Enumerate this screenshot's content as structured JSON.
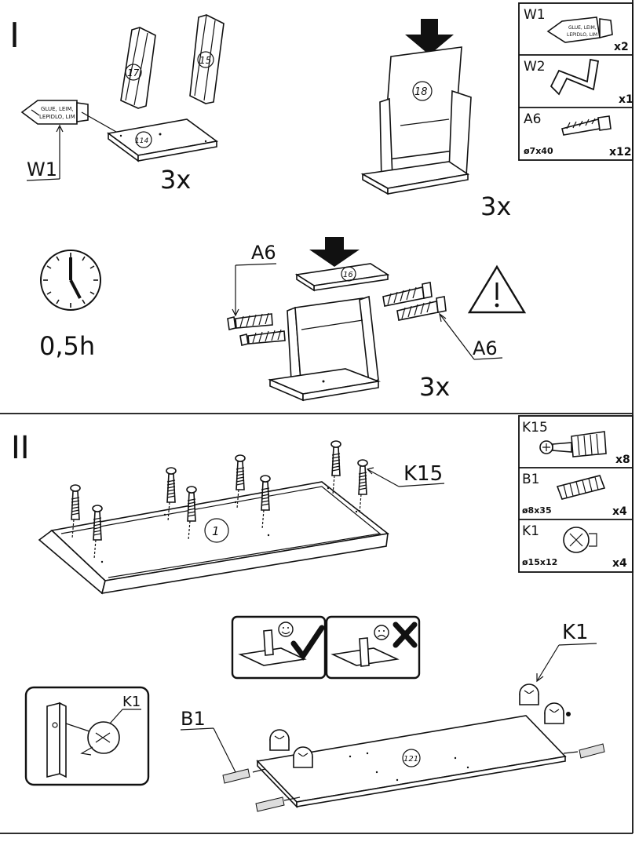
{
  "steps": {
    "one": "I",
    "two": "II"
  },
  "step1": {
    "part_17": "17",
    "part_15": "15",
    "part_114": "114",
    "part_18": "18",
    "part_16": "16",
    "glue_text_line1": "GLUE, LEIM,",
    "glue_text_line2": "LEPIDLO, LIM",
    "label_w1": "W1",
    "label_a6_top": "A6",
    "label_a6_right": "A6",
    "qty_a": "3x",
    "qty_b": "3x",
    "qty_c": "3x",
    "time": "0,5h"
  },
  "parts_box_1": [
    {
      "code": "W1",
      "size": "",
      "qty": "x2"
    },
    {
      "code": "W2",
      "size": "",
      "qty": "x1"
    },
    {
      "code": "A6",
      "size": "ø7x40",
      "qty": "x12"
    }
  ],
  "parts_box_2": [
    {
      "code": "K15",
      "size": "",
      "qty": "x8"
    },
    {
      "code": "B1",
      "size": "ø8x35",
      "qty": "x4"
    },
    {
      "code": "K1",
      "size": "ø15x12",
      "qty": "x4"
    }
  ],
  "step2": {
    "part_1": "1",
    "part_121": "121",
    "label_k15": "K15",
    "label_k1_detail": "K1",
    "label_k1_right": "K1",
    "label_b1": "B1"
  }
}
